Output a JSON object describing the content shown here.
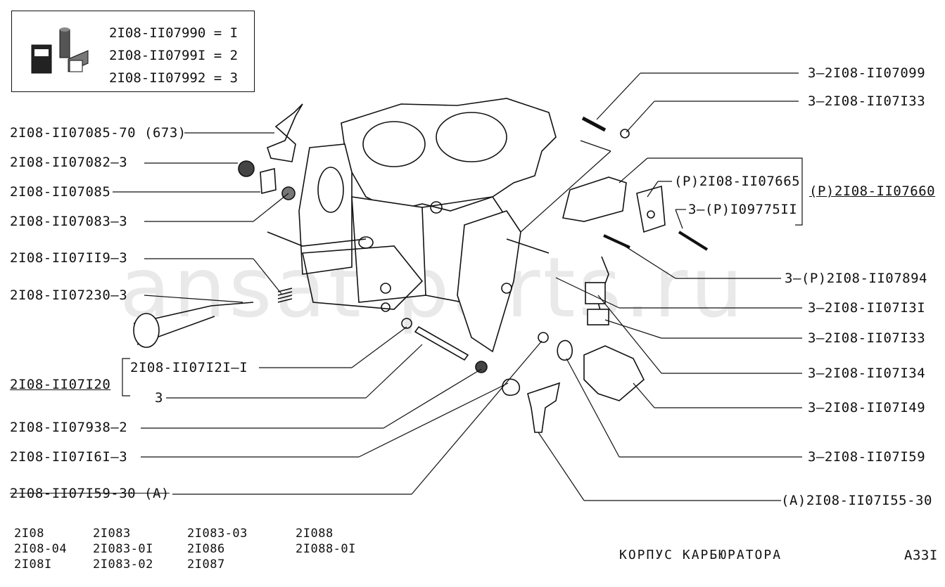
{
  "legend": {
    "rows": [
      "2I08-II07990 = I",
      "2I08-II0799I = 2",
      "2I08-II07992 = 3"
    ],
    "icon": "kit-parts-icon"
  },
  "left_labels": [
    "2I08-II07085-70 (673)",
    "2I08-II07082—3",
    "2I08-II07085",
    "2I08-II07083—3",
    "2I08-II07II9—3",
    "2I08-II07230—3",
    "2I08-II07I20",
    "2I08-II07I2I—I",
    "3",
    "2I08-II07938—2",
    "2I08-II07I6I—3",
    "2I08-II07I59-30 (A)"
  ],
  "right_labels": [
    "3—2I08-II07099",
    "3—2I08-II07I33",
    "(P)2I08-II07665",
    "(P)2I08-II07660",
    "3—(P)I09775II",
    "3—(P)2I08-II07894",
    "3—2I08-II07I3I",
    "3—2I08-II07I33",
    "3—2I08-II07I34",
    "3—2I08-II07I49",
    "3—2I08-II07I59",
    "(A)2I08-II07I55-30"
  ],
  "models": {
    "col1": [
      "2I08",
      "2I08-04",
      "2I08I"
    ],
    "col2": [
      "2I083",
      "2I083-0I",
      "2I083-02"
    ],
    "col3": [
      "2I083-03",
      "2I086",
      "2I087"
    ],
    "col4": [
      "2I088",
      "2I088-0I"
    ]
  },
  "title": "КОРПУС КАРБЮРАТОРА",
  "page_code": "A33I",
  "watermark": "ansat-parts.ru"
}
